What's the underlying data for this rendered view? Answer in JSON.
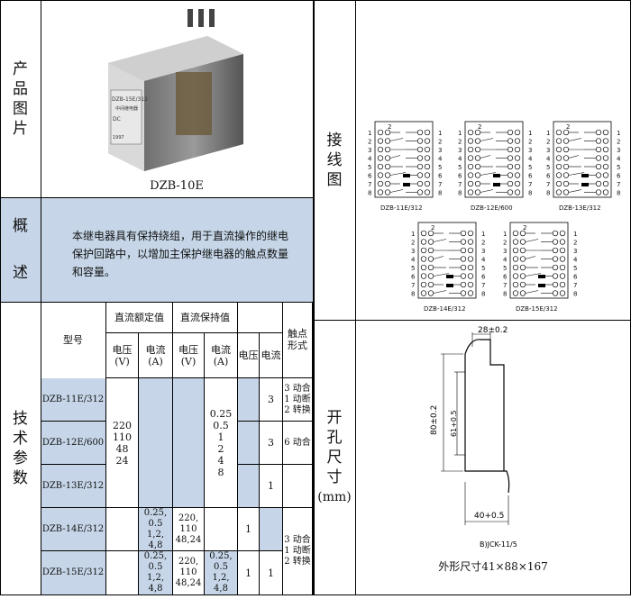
{
  "product": {
    "section_label": [
      "产",
      "品",
      "图",
      "片"
    ],
    "caption": "DZB-10E",
    "relay_label": "DZB-15E/312",
    "relay_sub": "中间继电器",
    "relay_dc": "DC",
    "relay_year": "1997"
  },
  "overview": {
    "section_label": [
      "概",
      "述"
    ],
    "text": "本继电器具有保持绕组，用于直流操作的继电保护回路中，以增加主保护继电器的触点数量和容量。"
  },
  "tech": {
    "section_label": [
      "技",
      "术",
      "参",
      "数"
    ],
    "header": {
      "model": "型号",
      "rated": "直流额定值",
      "hold": "直流保持值",
      "contact": "触点形式",
      "voltage": "电压",
      "voltage_unit": "(V)",
      "current": "电流",
      "current_unit": "(A)",
      "voltage2": "电压",
      "current2": "电流"
    },
    "rows": [
      {
        "model": "DZB-11E/312",
        "c3": "3",
        "contact": "3 动合\n1 动断\n2 转换"
      },
      {
        "model": "DZB-12E/600",
        "c3": "3",
        "contact": "6 动合"
      },
      {
        "model": "DZB-13E/312",
        "c3": "1",
        "contact": ""
      },
      {
        "model": "DZB-14E/312",
        "rated_i": "0.25,\n0.5\n1,2,\n4,8",
        "hold_v": "220,\n110\n48,24",
        "c2": "1",
        "contact": "3 动合\n1 动断\n2 转换"
      },
      {
        "model": "DZB-15E/312",
        "rated_i": "0.25,\n0.5\n1,2,\n4,8",
        "hold_v": "220,\n110\n48,24",
        "hold_i": "0.25,\n0.5\n1,2,\n4,8",
        "c2": "1",
        "c3": "1",
        "contact": ""
      }
    ],
    "merged_rated_v": "220\n110\n48\n24",
    "merged_hold_i": "0.25\n0.5\n1\n2\n4\n8"
  },
  "wiring": {
    "section_label": [
      "接",
      "线",
      "图"
    ],
    "diagrams": [
      "DZB-11E/312",
      "DZB-12E/600",
      "DZB-13E/312",
      "DZB-14E/312",
      "DZB-15E/312"
    ],
    "pins": [
      "1",
      "2",
      "3",
      "4",
      "5",
      "6",
      "7",
      "8"
    ],
    "top_num": "2"
  },
  "cutout": {
    "section_label": [
      "开",
      "孔",
      "尺",
      "寸"
    ],
    "unit": "(mm)",
    "dim_top": "28±0.2",
    "dim_left": "80±0.2",
    "dim_inner": "61+0.5",
    "dim_bottom": "40+0.5",
    "code": "B)JCK-11/5",
    "outline": "外形尺寸41×88×167"
  }
}
